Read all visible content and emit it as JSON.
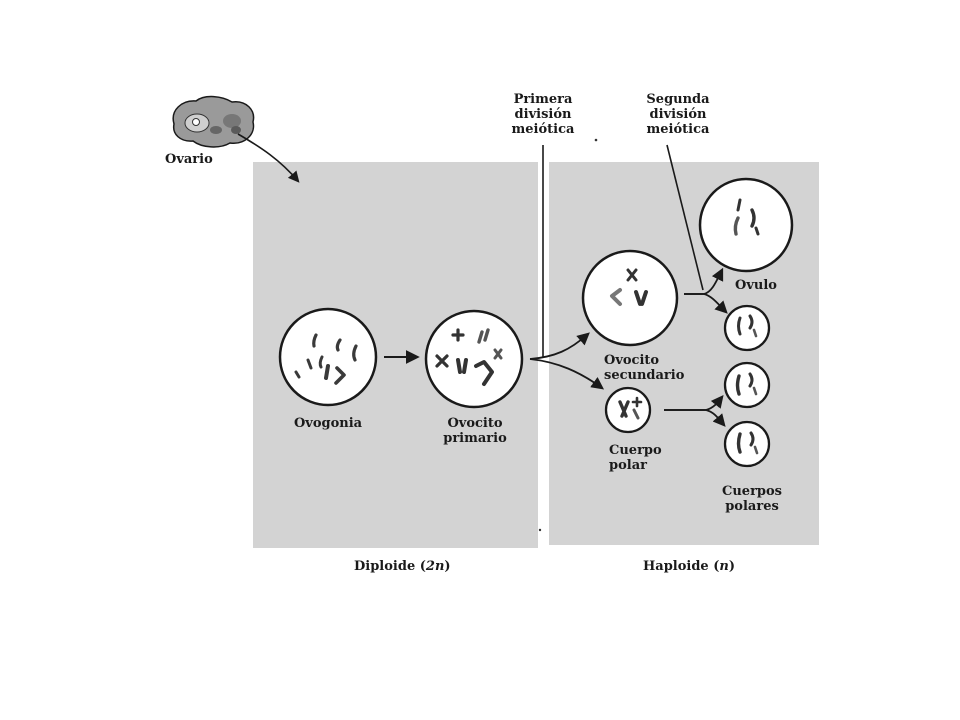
{
  "labels": {
    "ovario": "Ovario",
    "primera_division": "Primera\ndivisión\nmeiótica",
    "segunda_division": "Segunda\ndivisión\nmeiótica",
    "ovogonia": "Ovogonia",
    "ovocito_primario": "Ovocito\nprimario",
    "ovocito_secundario": "Ovocito\nsecundario",
    "ovulo": "Ovulo",
    "cuerpo_polar": "Cuerpo\npolar",
    "cuerpos_polares": "Cuerpos\npolares",
    "diploide_word": "Diploide",
    "diploide_symbol": "2n",
    "haploide_word": "Haploide",
    "haploide_symbol": "n"
  },
  "colors": {
    "panel_fill": "#d3d3d3",
    "ink": "#1a1a1a",
    "cell_fill": "#ffffff"
  }
}
